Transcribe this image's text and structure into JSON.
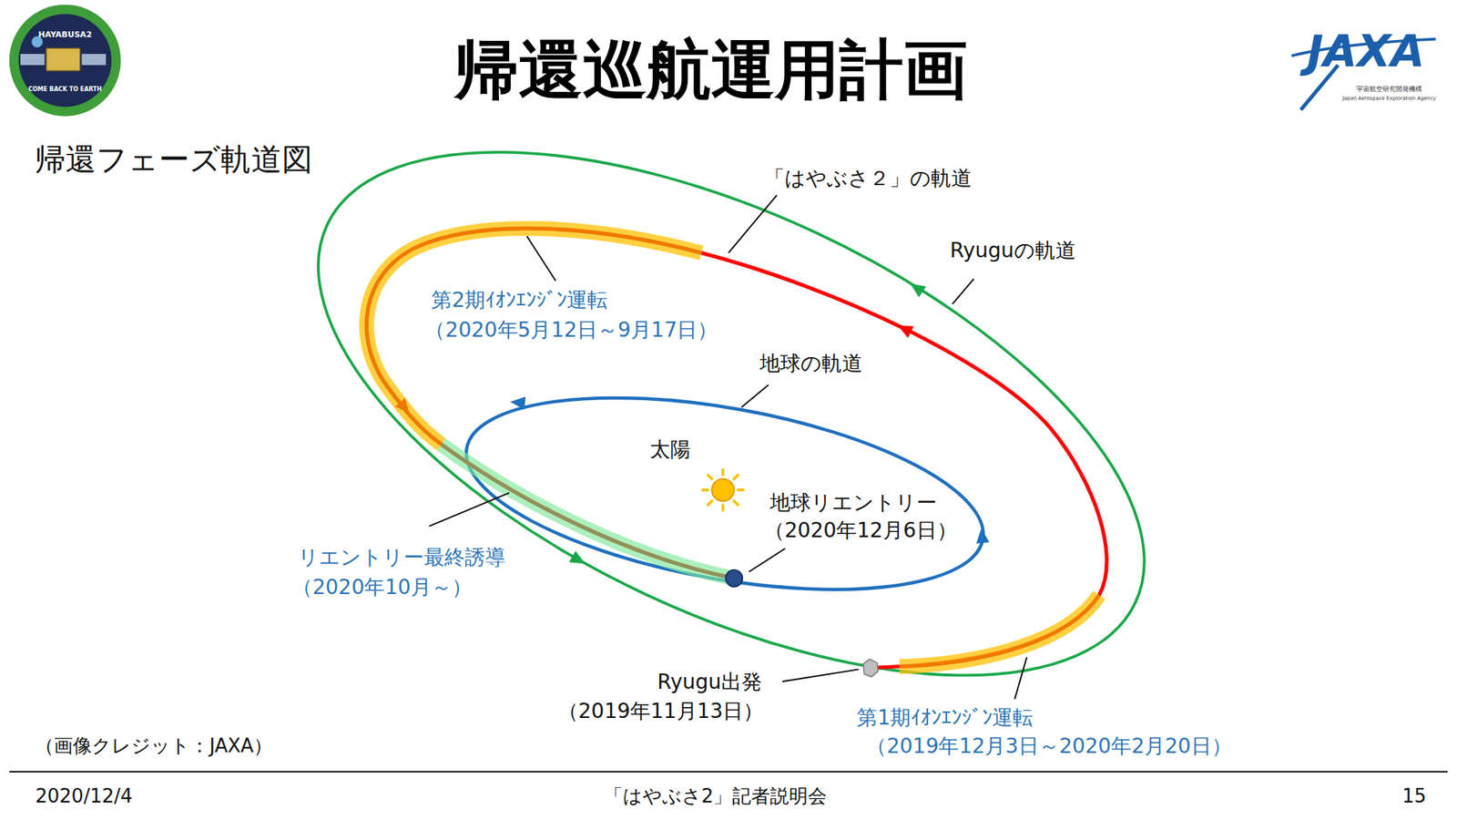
{
  "diagram": {
    "title": "帰還巡航運用計画",
    "labels": [
      "HAYABUSA2",
      "COME BACK TO EARTH",
      "JAXA",
      "宇宙航空研究開発機構",
      "Japan Aerospace Exploration Agency",
      "帰還フェーズ軌道図",
      "「はやぶさ２」の軌道",
      "Ryuguの軌道",
      "第2期ｲｵﾝｴﾝｼﾞﾝ運転",
      "（2020年5月12日～9月17日）",
      "地球の軌道",
      "太陽",
      "地球リエントリー",
      "（2020年12月6日）",
      "リエントリー最終誘導",
      "（2020年10月～）",
      "Ryugu出発",
      "（2019年11月13日）",
      "第1期ｲｵﾝｴﾝｼﾞﾝ運転",
      "（2019年12月3日～2020年2月20日）",
      "（画像クレジット：JAXA）",
      "2020/12/4",
      "「はやぶさ2」記者説明会",
      "15"
    ]
  }
}
